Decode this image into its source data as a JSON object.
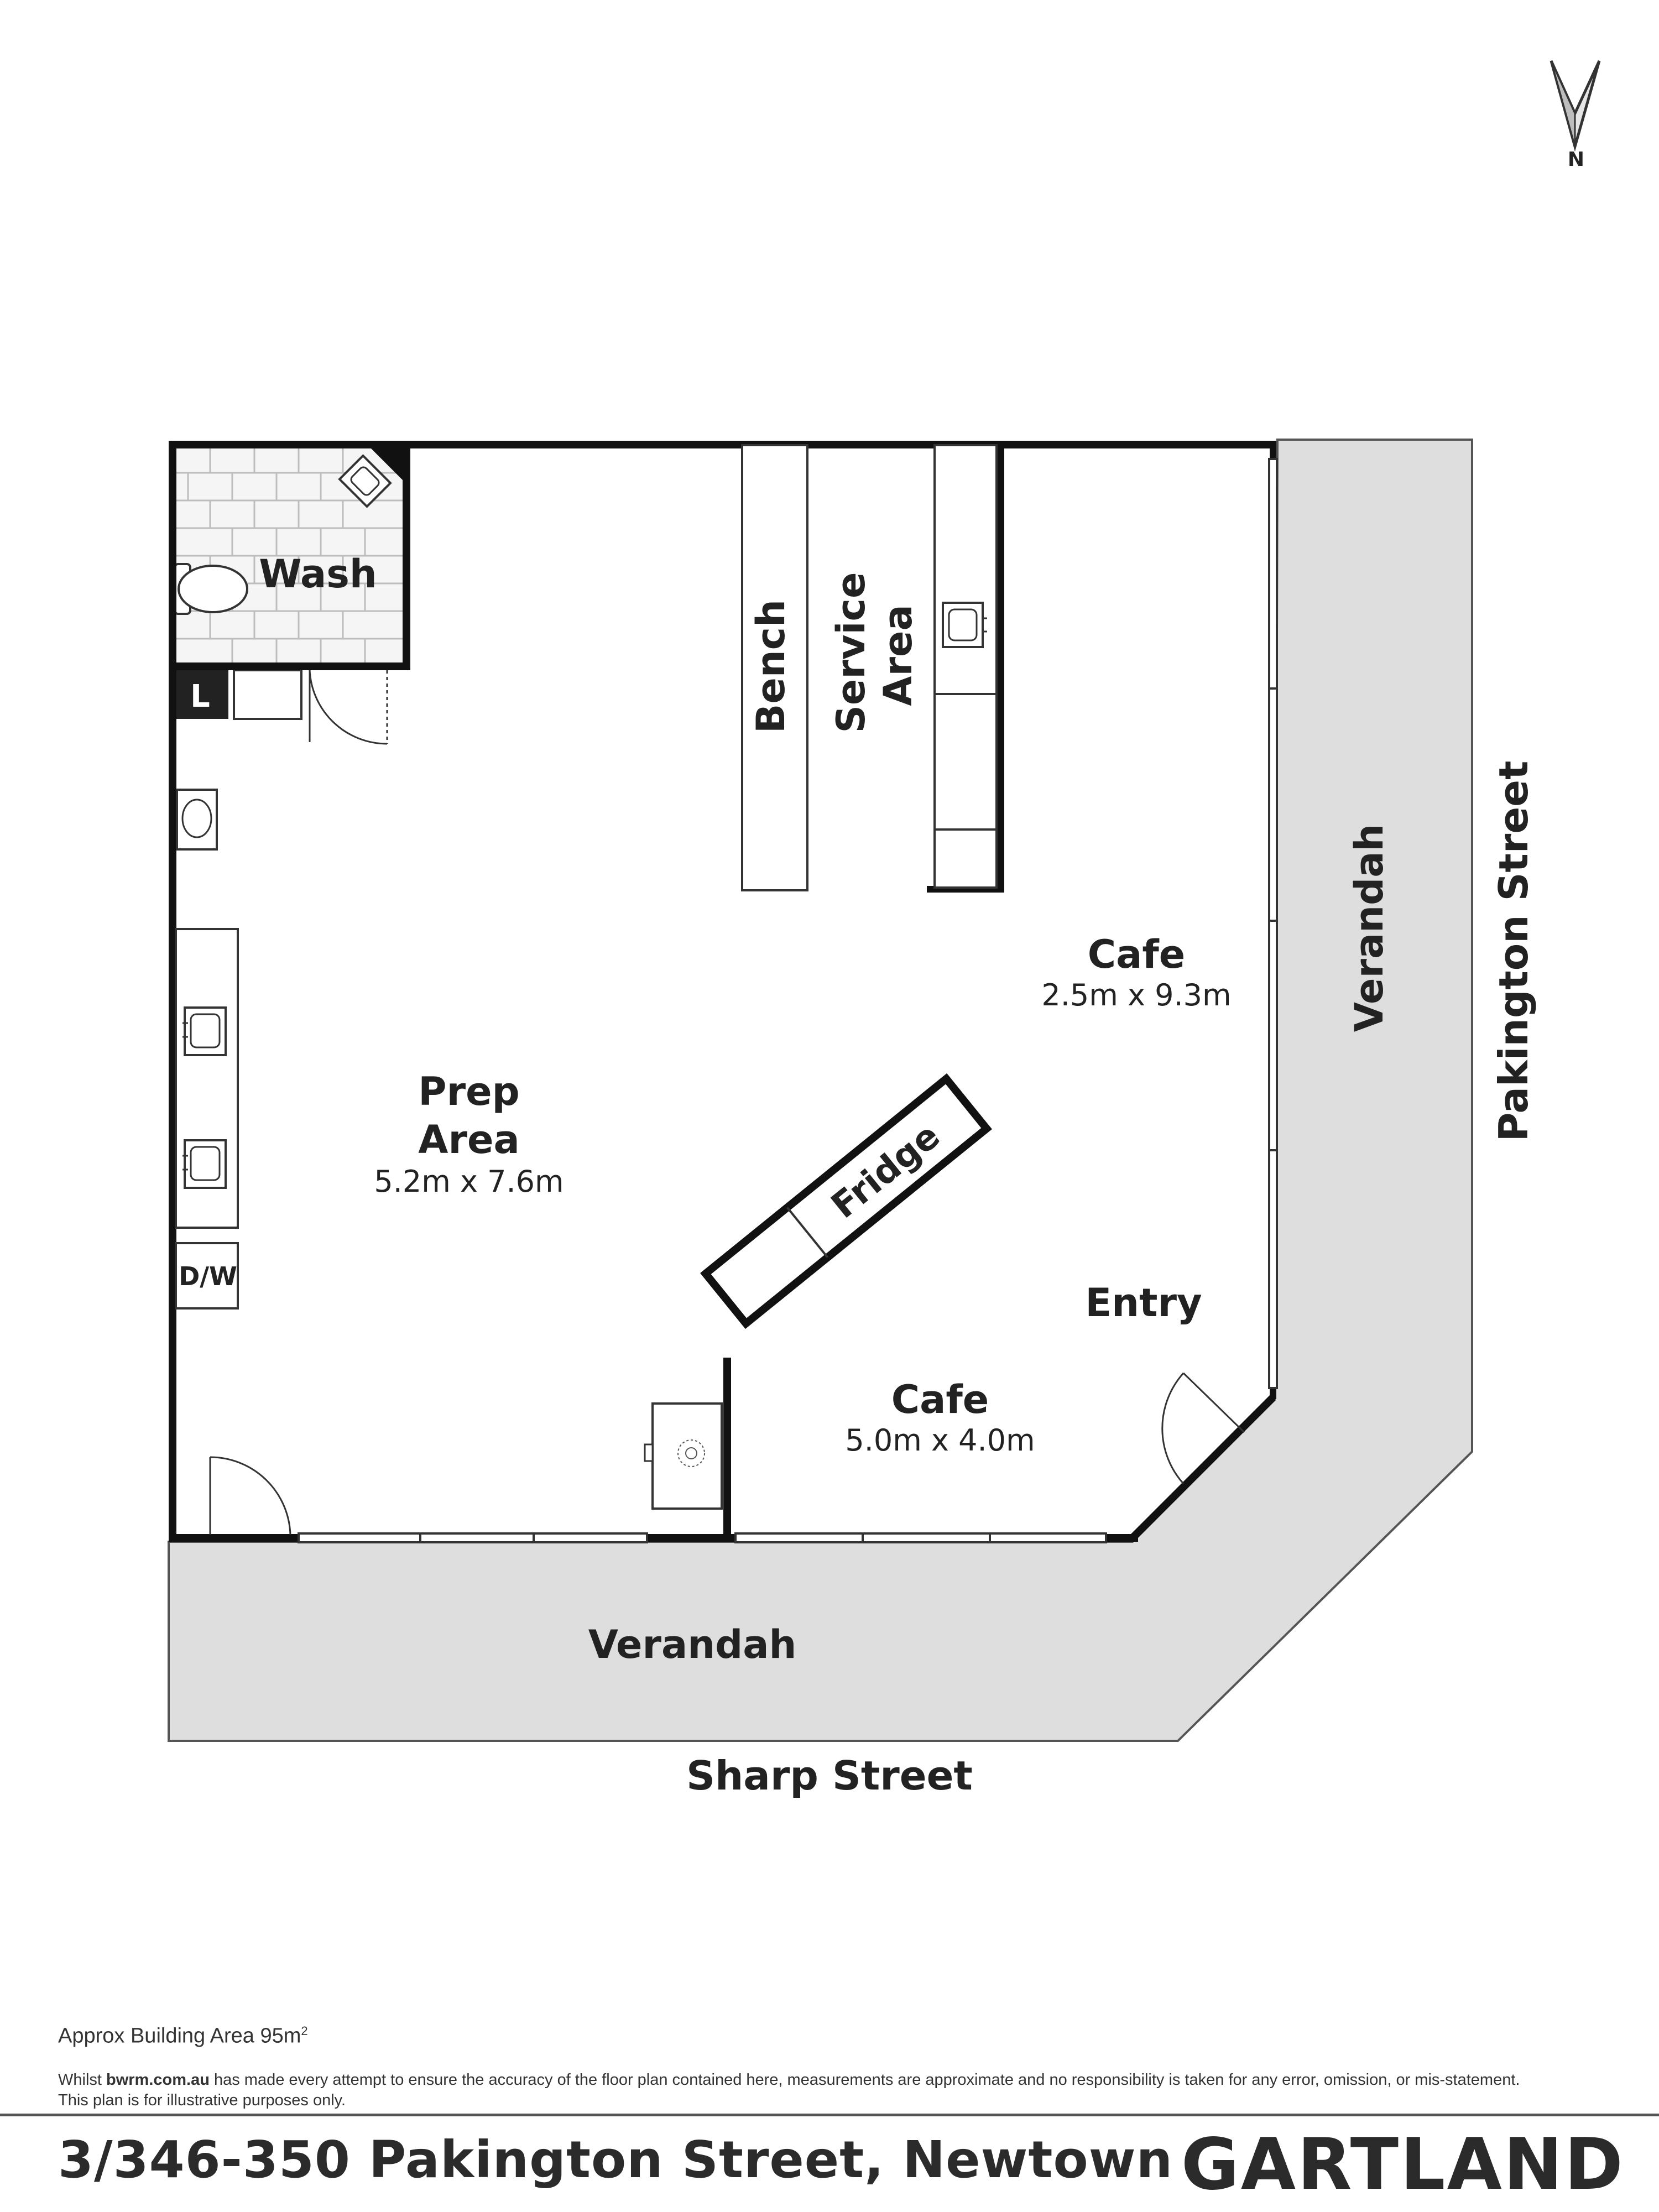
{
  "compass": {
    "label": "N",
    "icon": "north-arrow-icon"
  },
  "rooms": {
    "wash": {
      "name": "Wash"
    },
    "laundry": {
      "name": "L"
    },
    "bench": {
      "name": "Bench"
    },
    "service_area": {
      "line1": "Service",
      "line2": "Area"
    },
    "cafe_north": {
      "name": "Cafe",
      "dims": "2.5m x 9.3m"
    },
    "prep_area": {
      "line1": "Prep",
      "line2": "Area",
      "dims": "5.2m x 7.6m"
    },
    "fridge": {
      "name": "Fridge"
    },
    "dishwasher": {
      "name": "D/W"
    },
    "entry": {
      "name": "Entry"
    },
    "cafe_south": {
      "name": "Cafe",
      "dims": "5.0m x 4.0m"
    },
    "verandah_east": {
      "name": "Verandah"
    },
    "verandah_south": {
      "name": "Verandah"
    }
  },
  "streets": {
    "east": "Pakington Street",
    "south": "Sharp Street"
  },
  "footer": {
    "area_text": "Approx Building Area 95m",
    "area_sup": "2",
    "disclaimer_prefix": "Whilst ",
    "disclaimer_site": "bwrm.com.au",
    "disclaimer_rest": " has made every attempt to ensure the accuracy of the floor plan contained here, measurements are approximate and no responsibility is taken for any error, omission, or mis-statement.",
    "disclaimer_line2": "This plan is for illustrative purposes only.",
    "address": "3/346-350 Pakington Street, Newtown",
    "brand": "GARTLAND"
  },
  "colors": {
    "wall": "#111111",
    "verandah": "#dedede",
    "fixture_stroke": "#333333",
    "tile": "#bdbdbd"
  }
}
